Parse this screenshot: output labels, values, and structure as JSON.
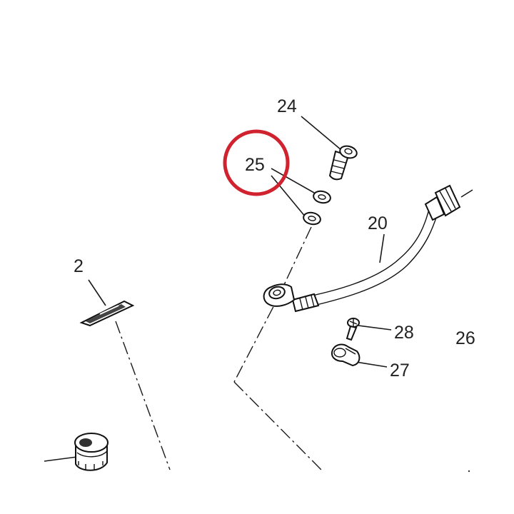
{
  "labels": {
    "l24": "24",
    "l25": "25",
    "l20": "20",
    "l2": "2",
    "l28": "28",
    "l27": "27",
    "l26": "26"
  },
  "colors": {
    "highlight": "#d0232f",
    "ink": "#1a1a1a"
  }
}
